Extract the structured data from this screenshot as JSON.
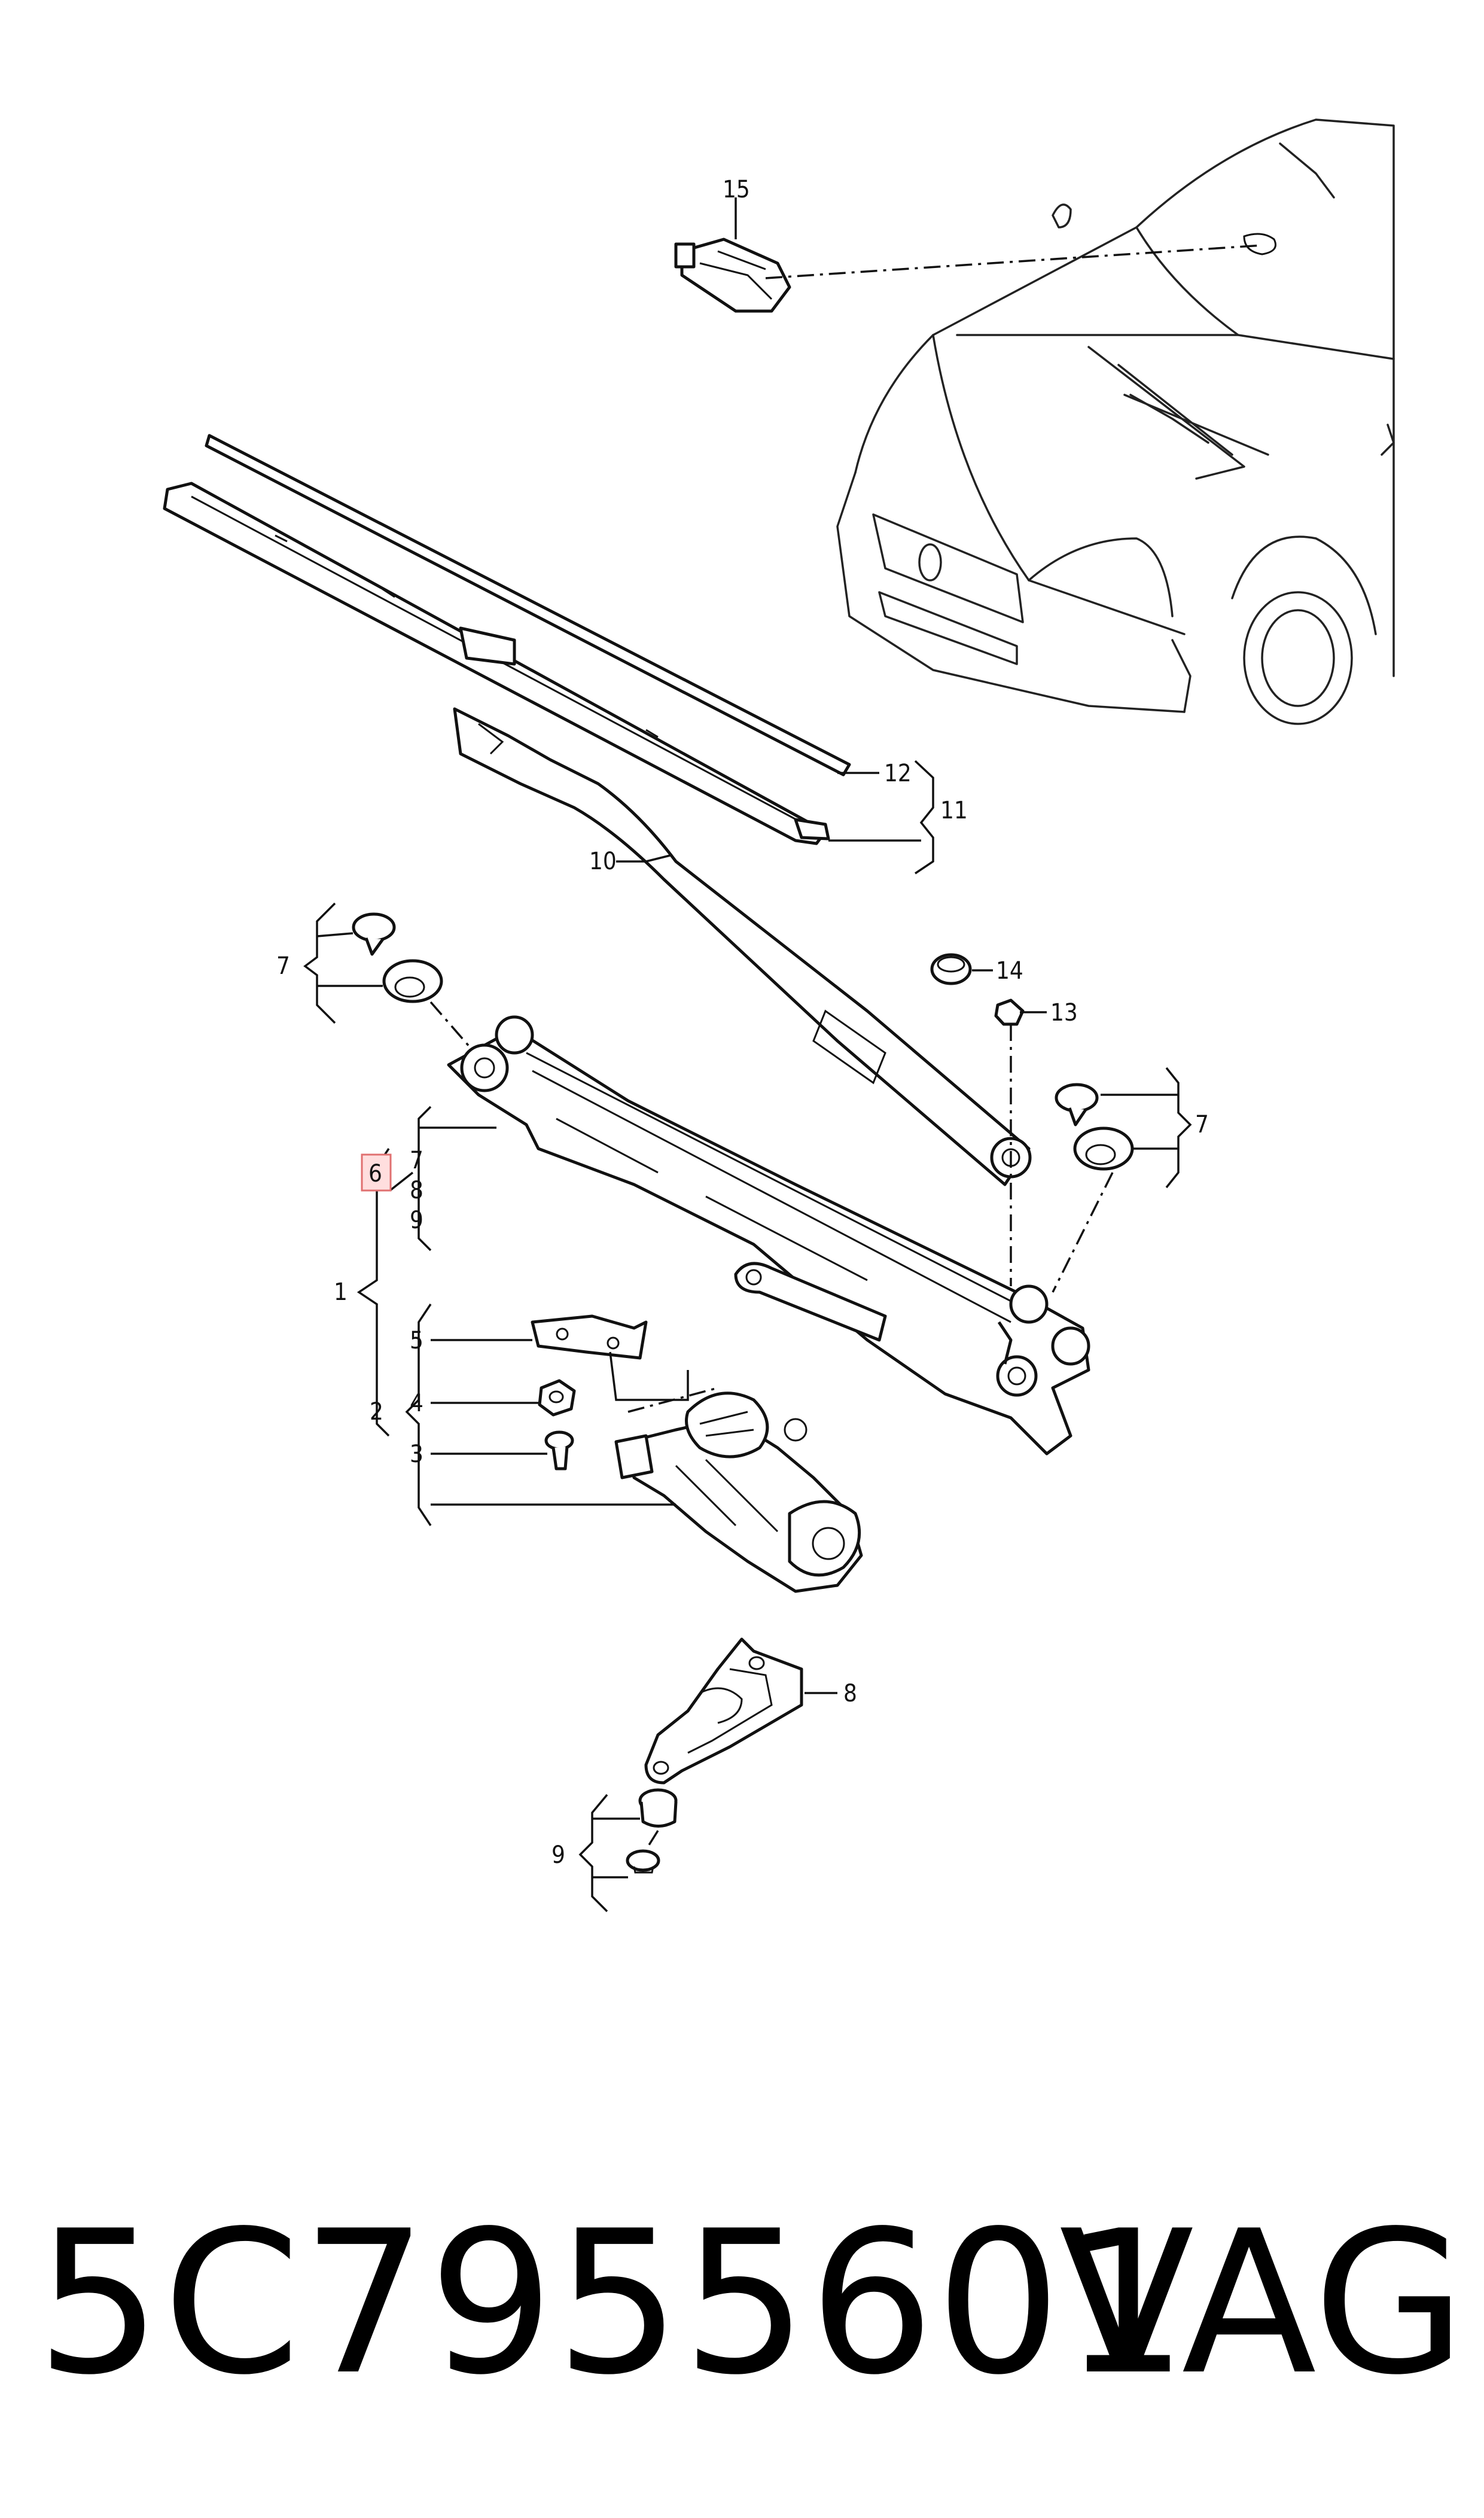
{
  "callouts": {
    "c1": "1",
    "c2": "2",
    "c3": "3",
    "c4": "4",
    "c5": "5",
    "c6": "6",
    "c7": "7",
    "c8": "8",
    "c9": "9",
    "c10": "10",
    "c11": "11",
    "c12": "12",
    "c13": "13",
    "c14": "14",
    "c15": "15"
  },
  "highlight_color": "#ffdede",
  "footer": {
    "part_number": "5C7955601",
    "brand": "VAG"
  }
}
